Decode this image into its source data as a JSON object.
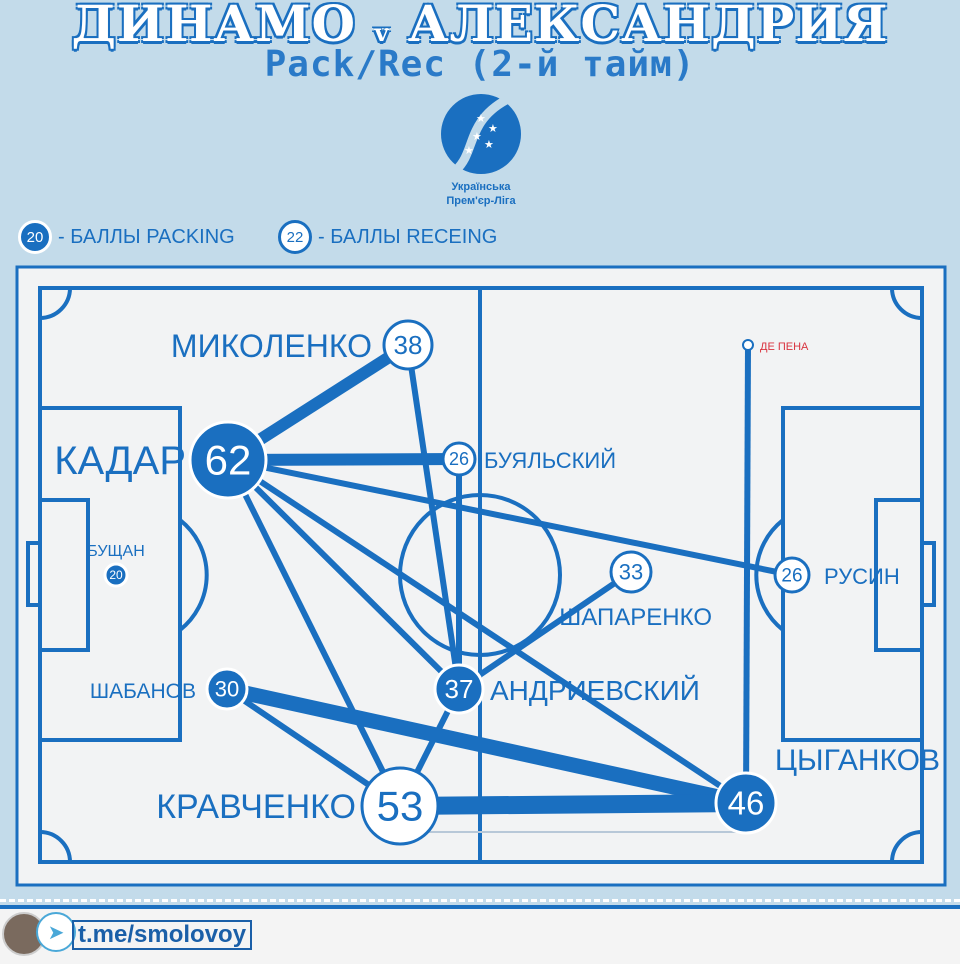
{
  "header": {
    "team_home": "ДИНАМО",
    "versus": "v",
    "team_away": "АЛЕКСАНДРИЯ",
    "subtitle": "Pack/Rec (2-й тайм)"
  },
  "logo": {
    "line1": "Українська",
    "line2": "Прем'єр-Ліга"
  },
  "legend": [
    {
      "value": "20",
      "label": "- БАЛЛЫ PACKING",
      "type": "packing"
    },
    {
      "value": "22",
      "label": "- БАЛЛЫ RECEING",
      "type": "receing"
    }
  ],
  "colors": {
    "accent": "#1a6fc0",
    "background": "#c3dbea",
    "pitch": "#f2f3f4",
    "highlight": "#d9333f"
  },
  "players": [
    {
      "id": "mykolenko",
      "name": "МИКОЛЕНКО",
      "value": "38",
      "type": "receing"
    },
    {
      "id": "kadar",
      "name": "КАДАР",
      "value": "62",
      "type": "packing"
    },
    {
      "id": "buyalsky",
      "name": "БУЯЛЬСКИЙ",
      "value": "26",
      "type": "receing"
    },
    {
      "id": "bushchan",
      "name": "БУЩАН",
      "value": "20",
      "type": "packing"
    },
    {
      "id": "rusin",
      "name": "РУСИН",
      "value": "26",
      "type": "receing"
    },
    {
      "id": "shaparenko",
      "name": "ШАПАРЕНКО",
      "value": "33",
      "type": "receing"
    },
    {
      "id": "shabanov",
      "name": "ШАБАНОВ",
      "value": "30",
      "type": "packing"
    },
    {
      "id": "andriyevsky",
      "name": "АНДРИЕВСКИЙ",
      "value": "37",
      "type": "packing"
    },
    {
      "id": "kravchenko",
      "name": "КРАВЧЕНКО",
      "value": "53",
      "type": "receing"
    },
    {
      "id": "tsygankov",
      "name": "ЦЫГАНКОВ",
      "value": "46",
      "type": "packing"
    },
    {
      "id": "depena",
      "name": "ДЕ ПЕНА",
      "value": "",
      "type": "marker"
    }
  ],
  "links": [
    {
      "from": "kadar",
      "to": "mykolenko",
      "weight": 2
    },
    {
      "from": "kadar",
      "to": "buyalsky",
      "weight": 2
    },
    {
      "from": "kadar",
      "to": "rusin",
      "weight": 1
    },
    {
      "from": "kadar",
      "to": "andriyevsky",
      "weight": 1
    },
    {
      "from": "kadar",
      "to": "kravchenko",
      "weight": 1
    },
    {
      "from": "kadar",
      "to": "tsygankov",
      "weight": 1
    },
    {
      "from": "mykolenko",
      "to": "andriyevsky",
      "weight": 1
    },
    {
      "from": "buyalsky",
      "to": "andriyevsky",
      "weight": 1
    },
    {
      "from": "shaparenko",
      "to": "andriyevsky",
      "weight": 1
    },
    {
      "from": "andriyevsky",
      "to": "kravchenko",
      "weight": 1
    },
    {
      "from": "shabanov",
      "to": "tsygankov",
      "weight": 2.5
    },
    {
      "from": "shabanov",
      "to": "kravchenko",
      "weight": 1
    },
    {
      "from": "kravchenko",
      "to": "tsygankov",
      "weight": 3
    },
    {
      "from": "depena",
      "to": "tsygankov",
      "weight": 1
    }
  ],
  "footer": {
    "link": "t.me/smolovoy"
  }
}
